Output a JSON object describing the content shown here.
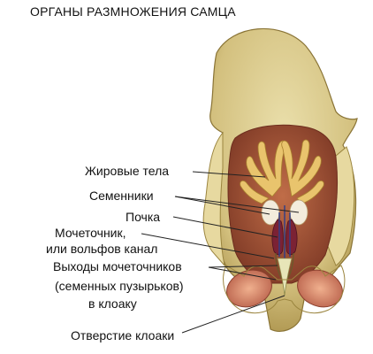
{
  "title": "ОРГАНЫ РАЗМНОЖЕНИЯ САМЦА",
  "labels": {
    "fat_bodies": "Жировые тела",
    "testes": "Семенники",
    "kidney": "Почка",
    "ureter_line1": "Мочеточник,",
    "ureter_line2": "или вольфов канал",
    "exits_line1": "Выходы мочеточников",
    "exits_line2": "(семенных пузырьков)",
    "exits_line3": "в клоаку",
    "cloaca_opening": "Отверстие клоаки"
  },
  "colors": {
    "skin": "#d9c98a",
    "skin_dark": "#b7a15a",
    "cavity": "#a8593e",
    "fat": "#e6c36e",
    "testis": "#f2ead9",
    "kidney": "#7a2233",
    "muscle": "#d58b6e",
    "line": "#222222"
  }
}
